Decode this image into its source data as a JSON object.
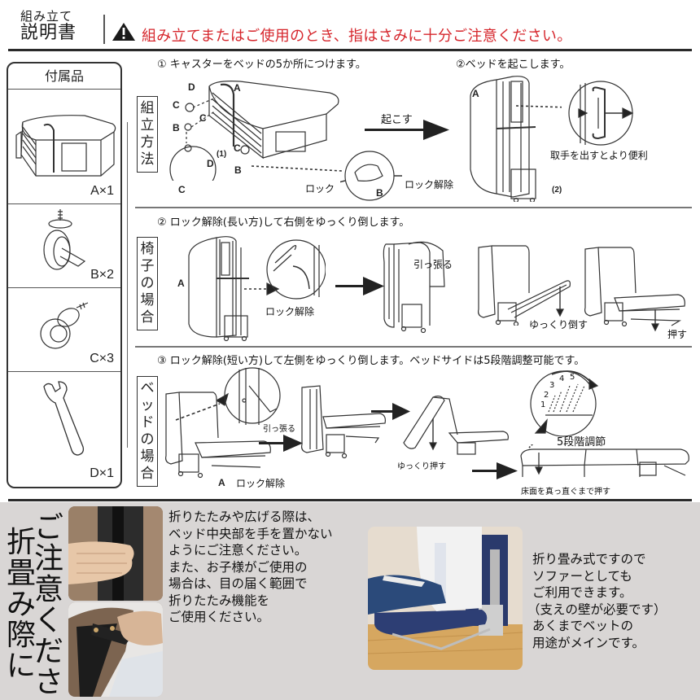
{
  "header": {
    "title_line1": "組み立て",
    "title_line2": "説明書",
    "warning_icon": "warning-triangle-icon",
    "warning_text": "組み立てまたはご使用のとき、指はさみに十分ご注意ください。",
    "warning_color": "#d6262c"
  },
  "accessories": {
    "title": "付属品",
    "items": [
      {
        "part": "A",
        "name": "bed-body",
        "qty_label": "A×1"
      },
      {
        "part": "B",
        "name": "caster-with-brake",
        "qty_label": "B×2"
      },
      {
        "part": "C",
        "name": "caster",
        "qty_label": "C×3"
      },
      {
        "part": "D",
        "name": "wrench",
        "qty_label": "D×1"
      }
    ]
  },
  "sections": [
    {
      "label": [
        "組",
        "立",
        "方",
        "法"
      ],
      "steps": [
        {
          "title": "① キャスターをベッドの5か所につけます。",
          "labels": {
            "D": "D",
            "C1": "C",
            "C2": "C",
            "C3": "C",
            "B1": "B",
            "B2": "B",
            "A": "A",
            "detail_D": "D",
            "detail_C": "C",
            "detail_B": "B",
            "fig": "(1)"
          },
          "captions": {
            "lock": "ロック",
            "unlock": "ロック解除"
          },
          "arrow_label": "起こす"
        },
        {
          "title": "②ベッドを起こします。",
          "labels": {
            "A": "A",
            "fig": "(2)"
          },
          "captions": {
            "handle": "取手を出すとより便利"
          }
        }
      ]
    },
    {
      "label": [
        "椅",
        "子",
        "の",
        "場",
        "合"
      ],
      "steps": [
        {
          "title": "② ロック解除(長い方)して右側をゆっくり倒します。",
          "labels": {
            "A": "A"
          },
          "captions": {
            "unlock": "ロック解除",
            "pull": "引っ張る",
            "lower": "ゆっくり倒す",
            "push": "押す"
          }
        }
      ]
    },
    {
      "label": [
        "ベ",
        "ッ",
        "ド",
        "の",
        "場",
        "合"
      ],
      "steps": [
        {
          "title": "③ ロック解除(短い方)して左側をゆっくり倒します。ベッドサイドは5段階調整可能です。",
          "labels": {
            "A": "A",
            "dial": [
              "1",
              "2",
              "3",
              "4",
              "5"
            ]
          },
          "captions": {
            "unlock": "ロック解除",
            "pull": "引っ張る",
            "push_slowly": "ゆっくり押す",
            "five_step": "5段階調節",
            "push_flat": "床面を真っ直ぐまで押す"
          }
        }
      ]
    }
  ],
  "caution": {
    "title_col1": [
      "折",
      "畳",
      "み",
      "際",
      "に"
    ],
    "title_col2": [
      "ご",
      "注",
      "意",
      "く",
      "だ",
      "さ",
      "い"
    ],
    "text_left": [
      "折りたたみや広げる際は、",
      "ベッド中央部を手を置かない",
      "ようにご注意ください。",
      "また、お子様がご使用の",
      "場合は、目の届く範囲で",
      "折りたたみ機能を",
      "ご使用ください。"
    ],
    "text_right": [
      "折り畳み式ですので",
      "ソファーとしても",
      "ご利用できます。",
      "（支えの壁が必要です）",
      "あくまでベットの",
      "用途がメインです。"
    ],
    "background": "#d9d6d5"
  }
}
